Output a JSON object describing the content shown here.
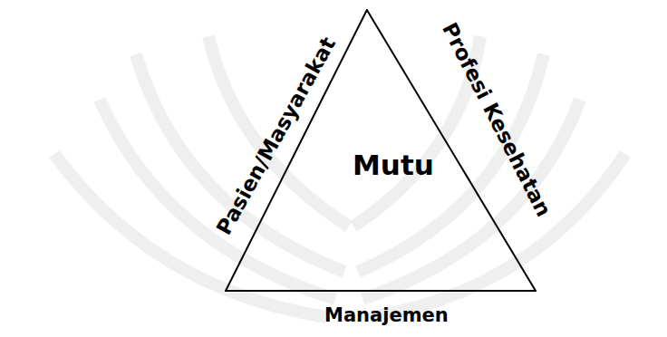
{
  "diagram": {
    "nodes": [
      {
        "text": [
          "Mutu"
        ]
      }
    ],
    "labels": [
      "Pasien/Masyarakat",
      "Profesi Kesehatan",
      "Manajemen"
    ]
  }
}
